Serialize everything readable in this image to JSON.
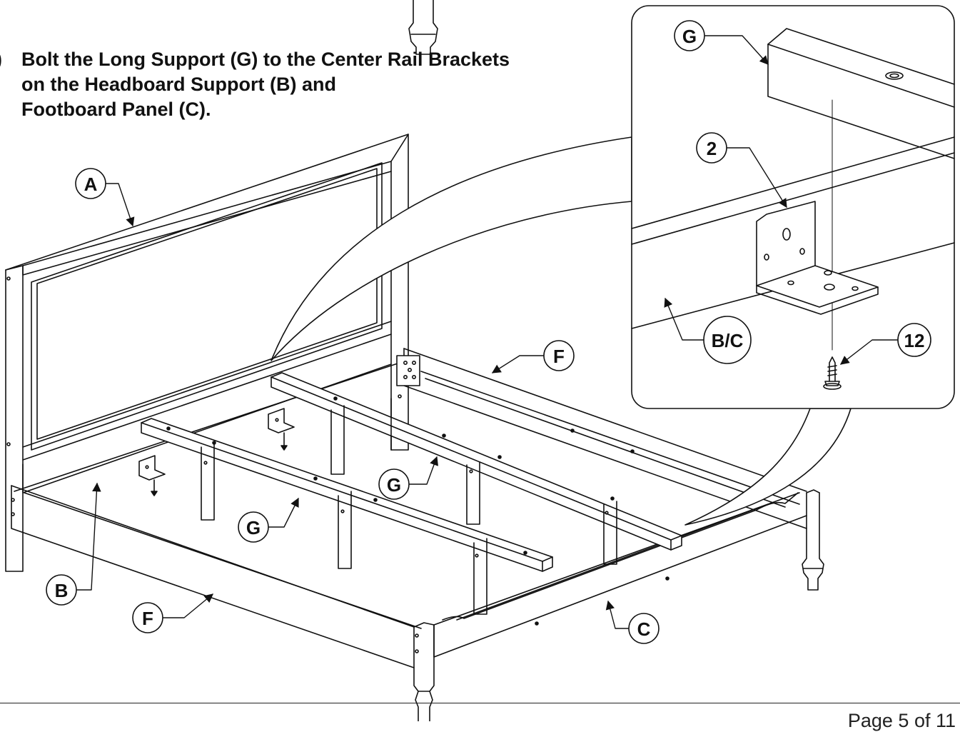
{
  "instruction": {
    "step_marker": ")",
    "lines": [
      "Bolt the Long Support (G) to the Center Rail Brackets",
      "on the Headboard Support (B) and",
      "Footboard Panel (C)."
    ]
  },
  "callouts": {
    "headboard": "A",
    "headboard_support": "B",
    "footboard_panel": "C",
    "side_rail_left": "F",
    "side_rail_right": "F",
    "long_support_front": "G",
    "long_support_back": "G",
    "detail_long_support": "G",
    "detail_bracket": "2",
    "detail_panel": "B/C",
    "detail_screw": "12"
  },
  "footer": {
    "page": "Page 5 of 11"
  }
}
